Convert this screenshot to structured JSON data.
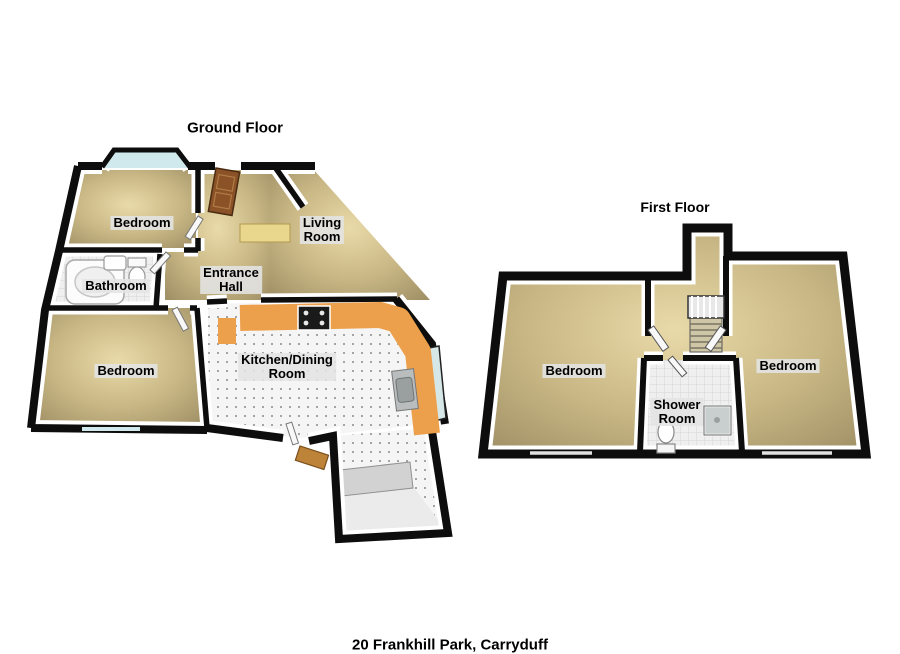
{
  "page": {
    "caption": "20 Frankhill Park, Carryduff"
  },
  "ground_floor": {
    "title": "Ground Floor",
    "rooms": {
      "bedroom_front": "Bedroom",
      "bathroom": "Bathroom",
      "entrance_hall": "Entrance\nHall",
      "living_room": "Living\nRoom",
      "bedroom_rear": "Bedroom",
      "kitchen_dining": "Kitchen/Dining\nRoom"
    }
  },
  "first_floor": {
    "title": "First Floor",
    "rooms": {
      "bedroom_left": "Bedroom",
      "bedroom_right": "Bedroom",
      "shower_room": "Shower\nRoom"
    }
  },
  "colors": {
    "wall": "#0d0d0d",
    "floor_tan": "#c2b17e",
    "tile_floor": "#eeeeee",
    "kitchen_counter": "#eda04b",
    "window_glass": "#cfe9ec",
    "front_door": "#8a5226"
  }
}
